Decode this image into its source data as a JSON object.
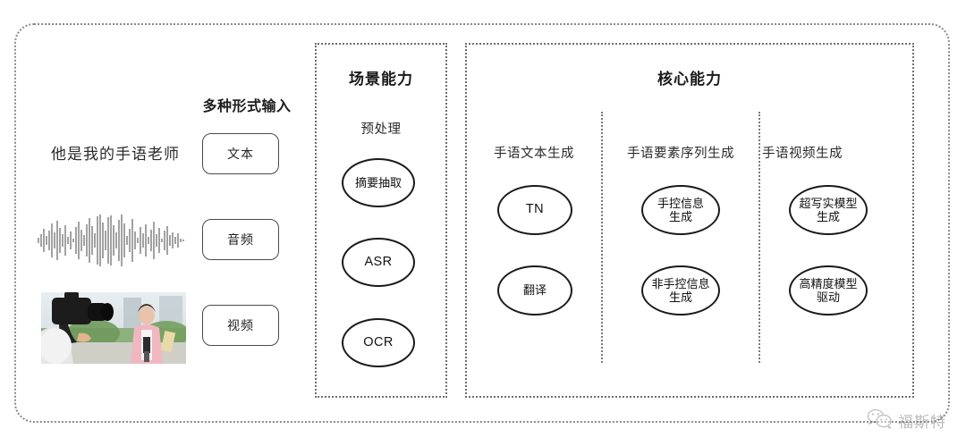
{
  "diagram": {
    "input_section": {
      "header": "多种形式输入",
      "sample_text": "他是我的手语老师",
      "modality_buttons": [
        {
          "label": "文本",
          "name": "text"
        },
        {
          "label": "音频",
          "name": "audio"
        },
        {
          "label": "视频",
          "name": "video"
        }
      ],
      "waveform_caption": "audio-waveform",
      "photo_caption": "camera-operator-filming-reporter"
    },
    "scene_section": {
      "title": "场景能力",
      "columns": [
        {
          "heading": "预处理",
          "nodes": [
            "摘要抽取",
            "ASR",
            "OCR"
          ]
        }
      ]
    },
    "core_section": {
      "title": "核心能力",
      "columns": [
        {
          "heading": "手语文本生成",
          "nodes": [
            "TN",
            "翻译"
          ]
        },
        {
          "heading": "手语要素序列生成",
          "nodes": [
            "手控信息\n生成",
            "非手控信息\n生成"
          ]
        },
        {
          "heading": "手语视频生成",
          "nodes": [
            "超写实模型\n生成",
            "高精度模型\n驱动"
          ]
        }
      ]
    },
    "watermark": {
      "text": "福斯特",
      "icon": "wechat-icon"
    },
    "colors": {
      "ink": "#1a1a1a",
      "dotted_border": "#6e6e6e",
      "outer_border": "#8a8a8a",
      "pill_border": "#4a4a4a",
      "watermark": "#5a5a5a"
    }
  }
}
